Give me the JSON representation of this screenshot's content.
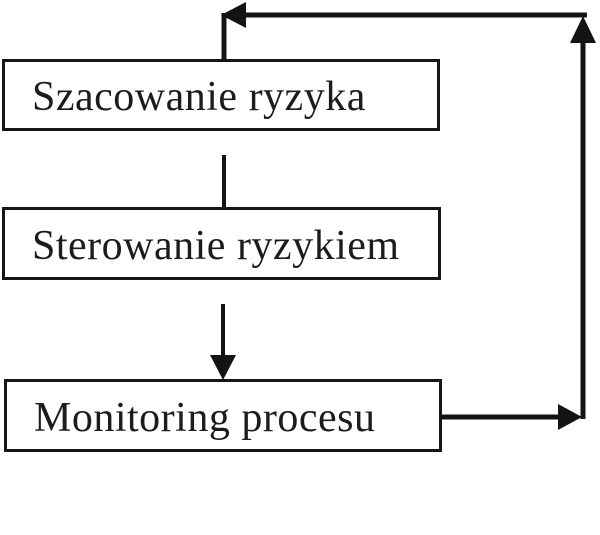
{
  "diagram": {
    "title_hint": "risk-management process flowchart",
    "boxes": [
      {
        "id": "risk-assessment",
        "label": "Szacowanie ryzyka"
      },
      {
        "id": "risk-control",
        "label": "Sterowanie ryzykiem"
      },
      {
        "id": "process-monitoring",
        "label": "Monitoring procesu"
      }
    ],
    "connectors": [
      {
        "from": "risk-assessment",
        "to": "risk-control",
        "style": "plain-line"
      },
      {
        "from": "risk-control",
        "to": "process-monitoring",
        "style": "arrow-down"
      },
      {
        "from": "process-monitoring",
        "to": "risk-assessment",
        "style": "feedback-loop-right-up-left",
        "arrowheads": [
          "right",
          "up",
          "left"
        ]
      }
    ],
    "colors": {
      "line": "#141414",
      "box_border": "#161616",
      "box_fill": "#ffffff",
      "text": "#1c1c1c",
      "background": "#ffffff"
    }
  }
}
